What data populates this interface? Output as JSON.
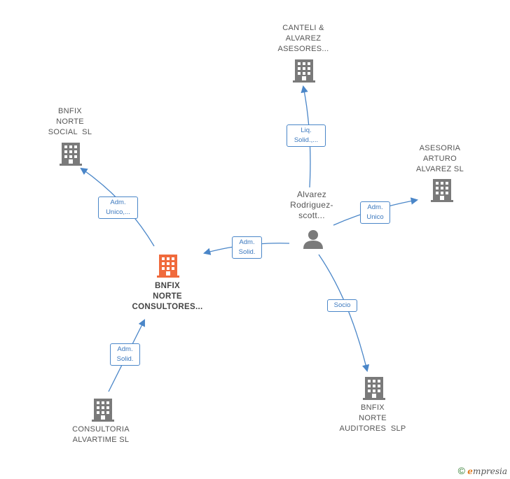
{
  "colors": {
    "edge": "#4a86c8",
    "building": "#7a7a7a",
    "building_main": "#f06a3c",
    "person": "#7a7a7a"
  },
  "nodes": {
    "canteli": {
      "lines": [
        "CANTELI &",
        "ALVAREZ",
        "ASESORES..."
      ],
      "icon": "building-icon"
    },
    "bnfix_social": {
      "lines": [
        "BNFIX",
        "NORTE",
        "SOCIAL  SL"
      ],
      "icon": "building-icon"
    },
    "asesoria": {
      "lines": [
        "ASESORIA",
        "ARTURO",
        "ALVAREZ SL"
      ],
      "icon": "building-icon"
    },
    "person": {
      "lines": [
        "Alvarez",
        "Rodriguez-",
        "scott..."
      ],
      "icon": "person-icon"
    },
    "bnfix_consultores": {
      "lines": [
        "BNFIX",
        "NORTE",
        "CONSULTORES..."
      ],
      "icon": "building-icon"
    },
    "bnfix_auditores": {
      "lines": [
        "BNFIX",
        "NORTE",
        "AUDITORES  SLP"
      ],
      "icon": "building-icon"
    },
    "consultoria": {
      "lines": [
        "CONSULTORIA",
        "ALVARTIME SL"
      ],
      "icon": "building-icon"
    }
  },
  "edges": {
    "liq": {
      "lines": [
        "Liq.",
        "Solid.,..."
      ]
    },
    "adm_unico_left": {
      "lines": [
        "Adm.",
        "Unico,..."
      ]
    },
    "adm_unico_right": {
      "lines": [
        "Adm.",
        "Unico"
      ]
    },
    "adm_solid_person": {
      "lines": [
        "Adm.",
        "Solid."
      ]
    },
    "socio": {
      "lines": [
        "Socio"
      ]
    },
    "adm_solid_bottom": {
      "lines": [
        "Adm.",
        "Solid."
      ]
    }
  },
  "credit": {
    "symbol": "©",
    "brand_initial": "e",
    "brand_rest": "mpresia"
  }
}
